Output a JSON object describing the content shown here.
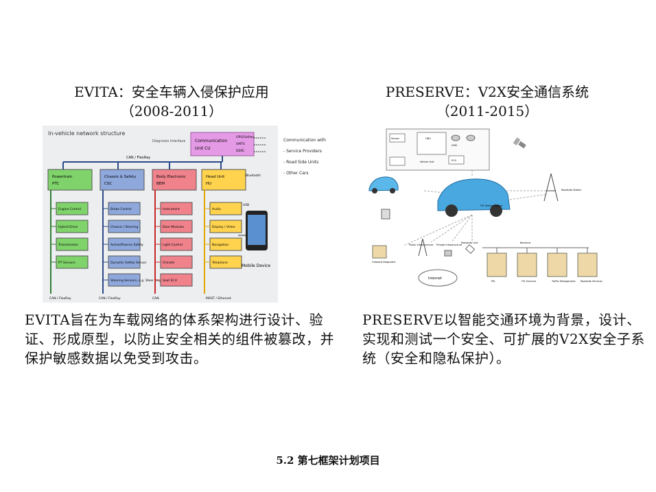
{
  "left_heading": {
    "line1": "EVITA：安全车辆入侵保护应用",
    "line2": "（2008-2011）"
  },
  "right_heading": {
    "line1": "PRESERVE：V2X安全通信系统",
    "line2": "（2011-2015）"
  },
  "left_description": "EVITA旨在为车载网络的体系架构进行设计、验证、形成原型，以防止安全相关的组件被篡改，并保护敏感数据以免受到攻击。",
  "right_description": "PRESERVE以智能交通环境为背景，设计、实现和测试一个安全、可扩展的V2X安全子系统（安全和隐私保护）。",
  "footer": "5.2 第七框架计划项目",
  "evita_diagram": {
    "title": "In-vehicle network structure",
    "diagnosis": "Diagnosis Interface",
    "comm_unit": [
      "Communication",
      "Unit  CU"
    ],
    "comm_links": [
      "GPS/Galileo",
      "UMTS",
      "DSRC"
    ],
    "comm_with": [
      "Communication with",
      "- Service Providers",
      "- Road Side Units",
      "- Other Cars"
    ],
    "bus_top": "CAN / FlexRay",
    "bluetooth": "Bluetooth",
    "usb": "USB",
    "domains": [
      {
        "name": "Powertrain",
        "code": "PTC",
        "color": "#7fd36a",
        "ecus": [
          "Engine Control",
          "Hybrid Drive",
          "Transmission",
          "PT Sensors"
        ]
      },
      {
        "name": "Chassis & Safety",
        "code": "CSC",
        "color": "#8ea8dc",
        "ecus": [
          "Brake Control",
          "Chassis / Steering",
          "Active/Passive Safety",
          "Dynamic Safety Sensor",
          "Steering Sensors, e.g. Steer Angle"
        ]
      },
      {
        "name": "Body Electronic",
        "code": "BEM",
        "color": "#f0828c",
        "ecus": [
          "Instrument",
          "Door Modules",
          "Light Control",
          "Climate",
          "Seat ECU"
        ]
      },
      {
        "name": "Head Unit",
        "code": "HU",
        "color": "#ffd34d",
        "ecus": [
          "Audio",
          "Display / Video",
          "Navigation",
          "Telephone"
        ]
      }
    ],
    "mobile_device": "Mobile Device",
    "bus_bottom": [
      "CAN / FlexRay",
      "CAN / FlexRay",
      "CAN",
      "MOST / Ethernet"
    ]
  },
  "preserve_diagram": {
    "vehicle_box": [
      "Sensor",
      "OBU",
      "HSM",
      "Vehicle Unit",
      "ECU"
    ],
    "vehicle_label": "ITS Vehicle Station",
    "node_labels": [
      "Roadside Station",
      "Onboard Diagnostic",
      "Public Infrastructure",
      "Private Infrastructure",
      "Roadside Unit",
      "Backend",
      "PKI",
      "ITS Services",
      "Traffic Management",
      "Roadside Services"
    ],
    "internet": "Internet"
  }
}
